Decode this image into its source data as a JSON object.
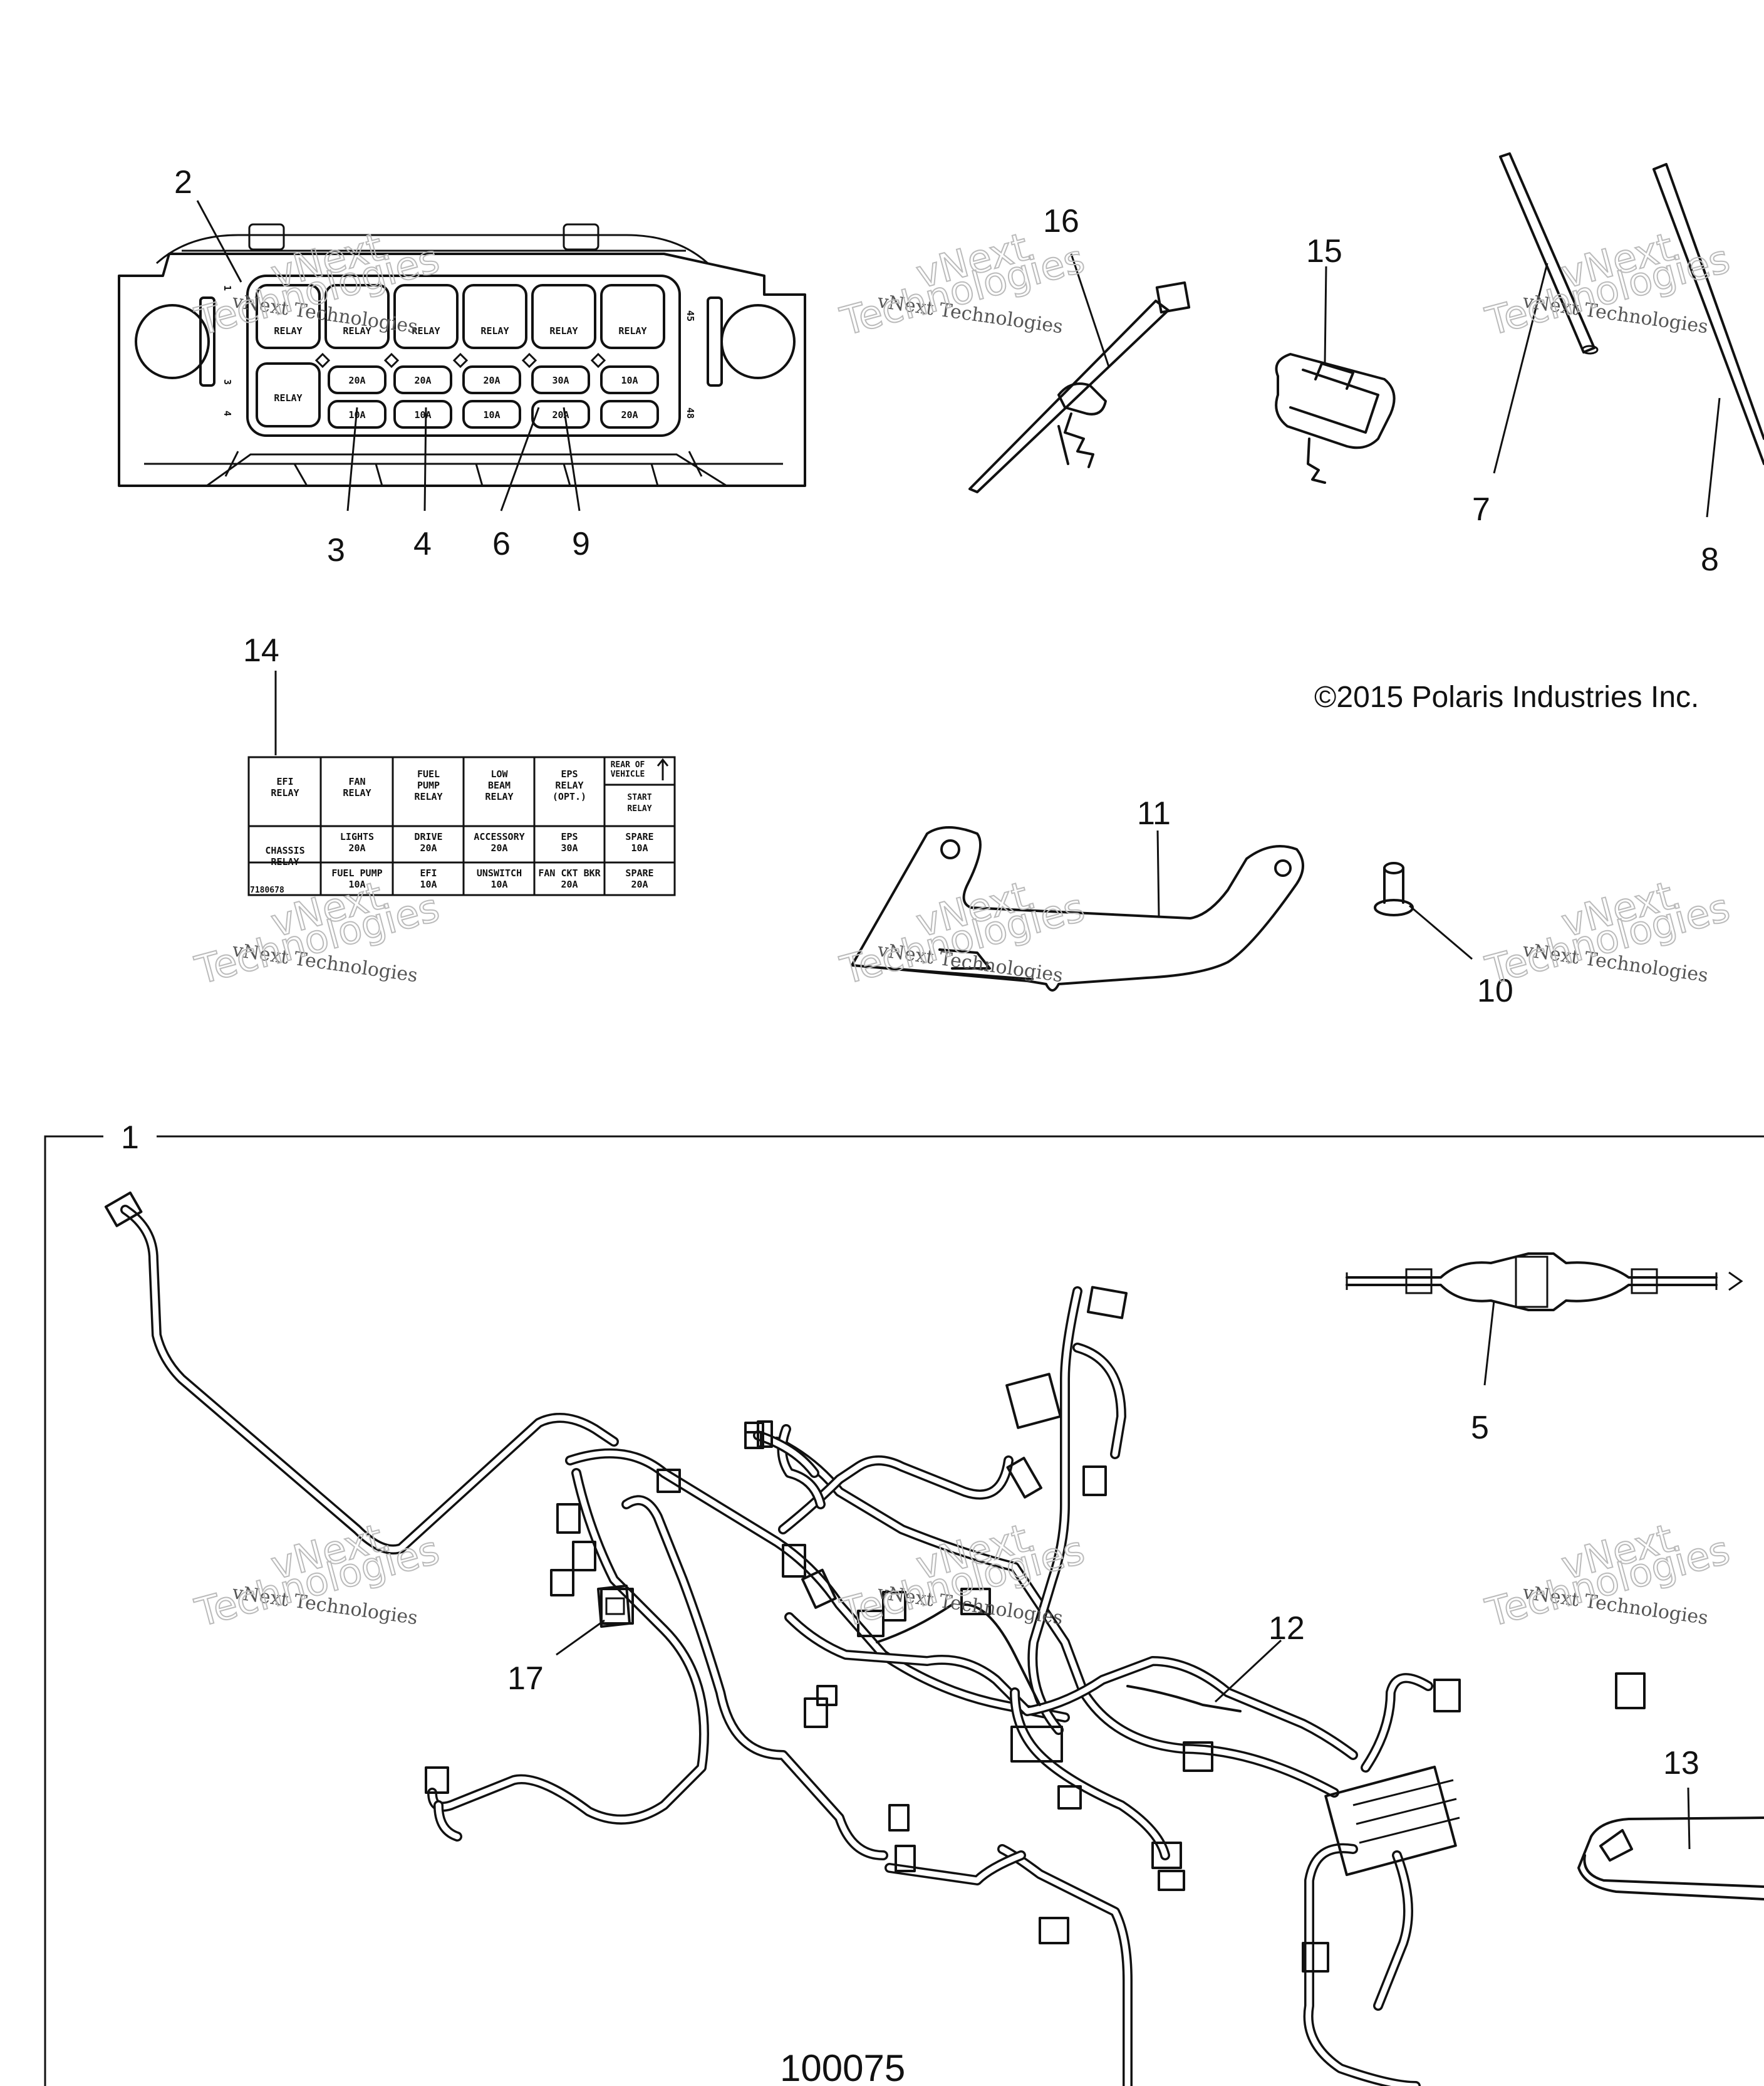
{
  "callouts": {
    "c1": "1",
    "c2": "2",
    "c3": "3",
    "c4": "4",
    "c5": "5",
    "c6": "6",
    "c7": "7",
    "c8": "8",
    "c9": "9",
    "c10": "10",
    "c11": "11",
    "c12": "12",
    "c13": "13",
    "c14": "14",
    "c15": "15",
    "c16": "16",
    "c17": "17"
  },
  "copyright": "©2015 Polaris Industries Inc.",
  "diagram_number": "100075",
  "watermark": {
    "line1": "vNext Technologies",
    "line2": "vNext",
    "line3": "Technologies"
  },
  "fuse_box": {
    "side_numbers": {
      "n1": "1",
      "n3": "3",
      "n4": "4",
      "n45": "45",
      "n48": "48"
    },
    "top_row": [
      "RELAY",
      "RELAY",
      "RELAY",
      "RELAY",
      "RELAY",
      "RELAY"
    ],
    "left_big": "RELAY",
    "mid_row": [
      "20A",
      "20A",
      "20A",
      "30A",
      "10A"
    ],
    "bot_row": [
      "10A",
      "10A",
      "10A",
      "20A",
      "20A"
    ]
  },
  "label_14": {
    "r1": [
      [
        "EFI",
        "RELAY"
      ],
      [
        "FAN",
        "RELAY"
      ],
      [
        "FUEL",
        "PUMP",
        "RELAY"
      ],
      [
        "LOW",
        "BEAM",
        "RELAY"
      ],
      [
        "EPS",
        "RELAY",
        "(OPT.)"
      ]
    ],
    "rear": [
      "REAR OF",
      "VEHICLE"
    ],
    "start": [
      "START",
      "RELAY"
    ],
    "chassis": [
      "CHASSIS",
      "RELAY"
    ],
    "r2": [
      [
        "LIGHTS",
        "20A"
      ],
      [
        "DRIVE",
        "20A"
      ],
      [
        "ACCESSORY",
        "20A"
      ],
      [
        "EPS",
        "30A"
      ],
      [
        "SPARE",
        "10A"
      ]
    ],
    "r3": [
      [
        "FUEL PUMP",
        "10A"
      ],
      [
        "EFI",
        "10A"
      ],
      [
        "UNSWITCH",
        "10A"
      ],
      [
        "FAN CKT BKR",
        "20A"
      ],
      [
        "SPARE",
        "20A"
      ]
    ],
    "code": "7180678"
  }
}
